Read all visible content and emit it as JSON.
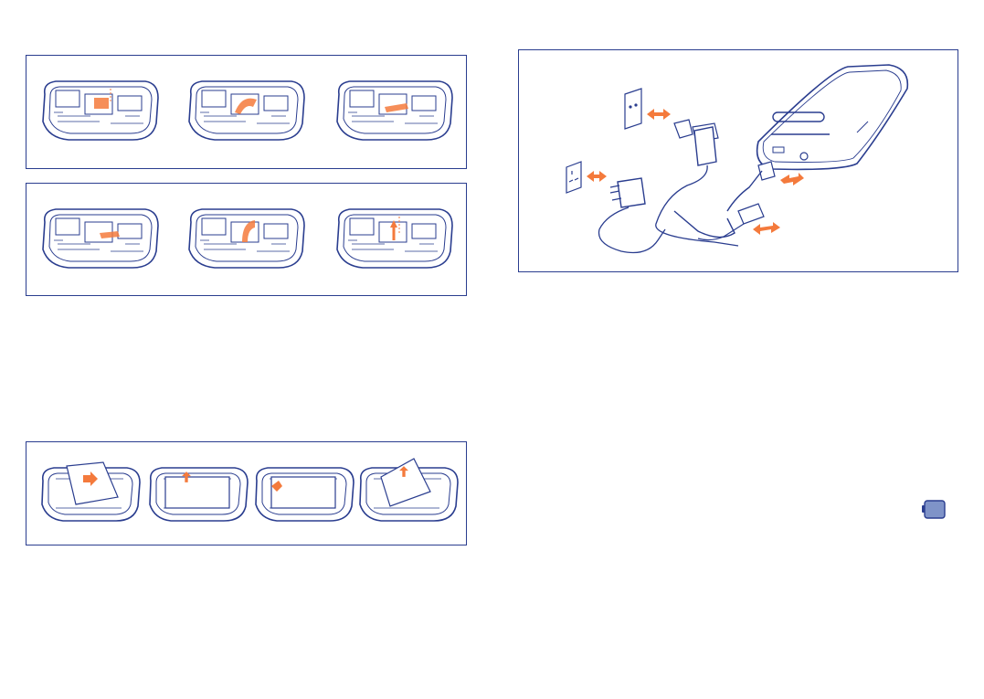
{
  "page": {
    "background": "#ffffff"
  },
  "colors": {
    "line": "#2a3d8f",
    "accent": "#f47a3c",
    "icon_fill": "#7f93c8"
  },
  "figures": {
    "sim_insert_steps": 3,
    "sim_remove_steps": 3,
    "battery_steps": 4
  },
  "icons": {
    "battery": "battery-icon"
  }
}
